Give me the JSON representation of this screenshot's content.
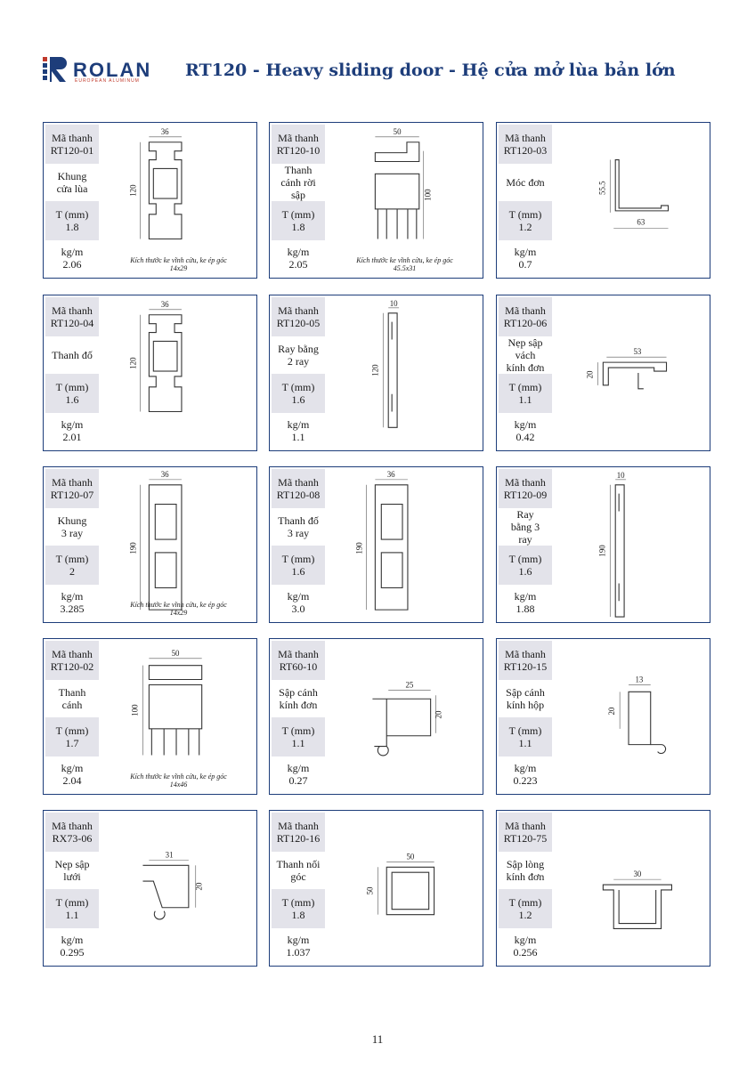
{
  "header": {
    "brand": "ROLAN",
    "brand_sub": "EUROPEAN ALUMINUM",
    "title": "RT120 - Heavy sliding door - Hệ cửa mở lùa bản lớn"
  },
  "labels": {
    "code": "Mã thanh",
    "thickness": "T (mm)",
    "weight": "kg/m"
  },
  "profiles": [
    {
      "code": "RT120-01",
      "name": [
        "Khung",
        "cửa lùa"
      ],
      "t": "1.8",
      "kg": "2.06",
      "dims": [
        "36",
        "120"
      ],
      "note": [
        "Kích thước ke vĩnh cửu, ke ép góc",
        "14x29"
      ]
    },
    {
      "code": "RT120-10",
      "name": [
        "Thanh",
        "cánh rời",
        "sập"
      ],
      "t": "1.8",
      "kg": "2.05",
      "dims": [
        "50",
        "100"
      ],
      "note": [
        "Kích thước ke vĩnh cửu, ke ép góc",
        "45.5x31"
      ]
    },
    {
      "code": "RT120-03",
      "name": [
        "Móc đơn"
      ],
      "t": "1.2",
      "kg": "0.7",
      "dims": [
        "55.5",
        "63"
      ],
      "note": []
    },
    {
      "code": "RT120-04",
      "name": [
        "Thanh đố"
      ],
      "t": "1.6",
      "kg": "2.01",
      "dims": [
        "36",
        "120"
      ],
      "note": []
    },
    {
      "code": "RT120-05",
      "name": [
        "Ray bằng",
        "2 ray"
      ],
      "t": "1.6",
      "kg": "1.1",
      "dims": [
        "10",
        "120"
      ],
      "note": []
    },
    {
      "code": "RT120-06",
      "name": [
        "Nẹp sập",
        "vách",
        "kính đơn"
      ],
      "t": "1.1",
      "kg": "0.42",
      "dims": [
        "53",
        "20"
      ],
      "note": []
    },
    {
      "code": "RT120-07",
      "name": [
        "Khung",
        "3 ray"
      ],
      "t": "2",
      "kg": "3.285",
      "dims": [
        "36",
        "190"
      ],
      "note": [
        "Kích thước ke vĩnh cửu, ke ép góc",
        "14x29"
      ]
    },
    {
      "code": "RT120-08",
      "name": [
        "Thanh đố",
        "3 ray"
      ],
      "t": "1.6",
      "kg": "3.0",
      "dims": [
        "36",
        "190"
      ],
      "note": []
    },
    {
      "code": "RT120-09",
      "name": [
        "Ray",
        "bằng 3",
        "ray"
      ],
      "t": "1.6",
      "kg": "1.88",
      "dims": [
        "10",
        "190"
      ],
      "note": []
    },
    {
      "code": "RT120-02",
      "name": [
        "Thanh",
        "cánh"
      ],
      "t": "1.7",
      "kg": "2.04",
      "dims": [
        "50",
        "100"
      ],
      "note": [
        "Kích thước ke vĩnh cửu, ke ép góc",
        "14x46"
      ]
    },
    {
      "code": "RT60-10",
      "name": [
        "Sập cánh",
        "kính đơn"
      ],
      "t": "1.1",
      "kg": "0.27",
      "dims": [
        "25",
        "20"
      ],
      "note": []
    },
    {
      "code": "RT120-15",
      "name": [
        "Sập cánh",
        "kính hộp"
      ],
      "t": "1.1",
      "kg": "0.223",
      "dims": [
        "13",
        "20"
      ],
      "note": []
    },
    {
      "code": "RX73-06",
      "name": [
        "Nẹp sập",
        "lưới"
      ],
      "t": "1.1",
      "kg": "0.295",
      "dims": [
        "31",
        "20"
      ],
      "note": []
    },
    {
      "code": "RT120-16",
      "name": [
        "Thanh nối",
        "góc"
      ],
      "t": "1.8",
      "kg": "1.037",
      "dims": [
        "50",
        "50"
      ],
      "note": []
    },
    {
      "code": "RT120-75",
      "name": [
        "Sập lòng",
        "kính đơn"
      ],
      "t": "1.2",
      "kg": "0.256",
      "dims": [
        "30"
      ],
      "note": []
    }
  ],
  "page_number": "11"
}
